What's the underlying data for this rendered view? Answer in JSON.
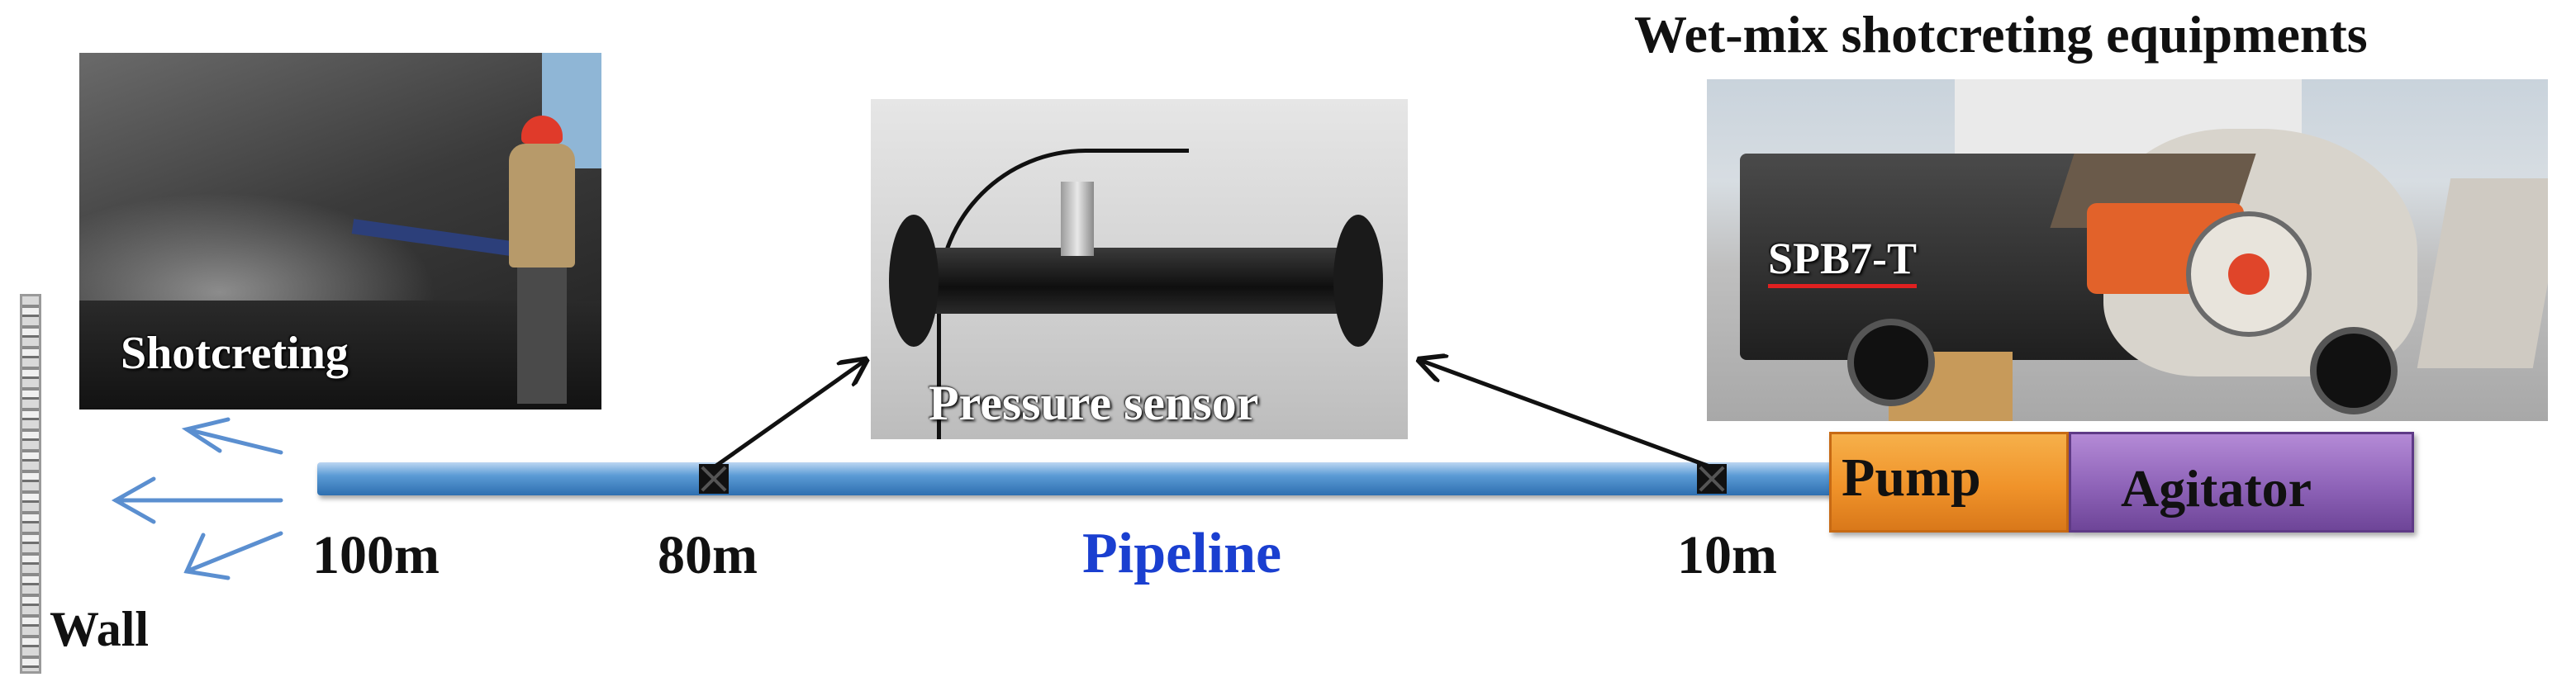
{
  "title": "Wet-mix shotcreting equipments",
  "labels": {
    "wall": "Wall",
    "shotcreting": "Shotcreting",
    "pressure_sensor": "Pressure sensor",
    "model": "SPB7-T",
    "pump": "Pump",
    "agitator": "Agitator",
    "pipeline": "Pipeline"
  },
  "distances": {
    "d100": "100m",
    "d80": "80m",
    "d10": "10m"
  },
  "colors": {
    "pipeline_text": "#1a3fd0",
    "pipe": "#5b9bd5",
    "pump": "#f0932a",
    "agitator": "#8e63b8",
    "spray_arrows": "#5b8fd0",
    "model_underline": "#e02020"
  }
}
